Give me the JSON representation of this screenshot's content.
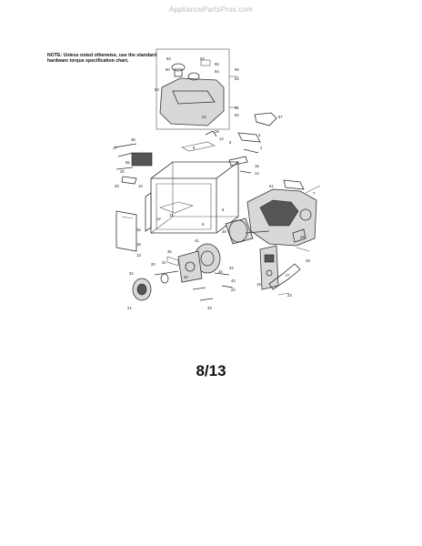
{
  "watermark": "AppliancePartsPros.com",
  "note": "NOTE: Unless noted otherwise, use the standard hardware torque specification chart.",
  "page_number": "8/13",
  "callouts": [
    "62",
    "60",
    "53",
    "56",
    "54",
    "55",
    "52",
    "53",
    "51",
    "57",
    "50",
    "24",
    "26",
    "12",
    "38",
    "17",
    "55",
    "25",
    "30",
    "61",
    "7",
    "8",
    "3",
    "4",
    "16",
    "14",
    "10",
    "9",
    "11",
    "12",
    "6",
    "5",
    "36",
    "41",
    "35",
    "31",
    "40",
    "34",
    "42",
    "43",
    "21",
    "20",
    "22",
    "33",
    "32",
    "29",
    "28",
    "27",
    "23",
    "19",
    "18",
    "15",
    "13"
  ]
}
